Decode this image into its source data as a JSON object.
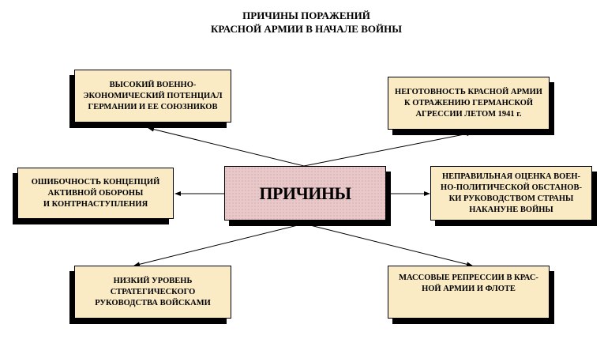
{
  "title": {
    "line1": "ПРИЧИНЫ ПОРАЖЕНИЙ",
    "line2": "КРАСНОЙ АРМИИ В НАЧАЛЕ ВОЙНЫ"
  },
  "center": "ПРИЧИНЫ",
  "causes": [
    "ВЫСОКИЙ ВОЕННО-\nЭКОНОМИЧЕСКИЙ ПОТЕНЦИАЛ\nГЕРМАНИИ И ЕЕ СОЮЗНИКОВ",
    "НЕГОТОВНОСТЬ КРАСНОЙ АРМИИ\nК ОТРАЖЕНИЮ ГЕРМАНСКОЙ\nАГРЕССИИ ЛЕТОМ 1941 г.",
    "ОШИБОЧНОСТЬ КОНЦЕПЦИЙ\nАКТИВНОЙ ОБОРОНЫ\nИ КОНТРНАСТУПЛЕНИЯ",
    "НЕПРАВИЛЬНАЯ ОЦЕНКА ВОЕН-\nНО-ПОЛИТИЧЕСКОЙ ОБСТАНОВ-\nКИ РУКОВОДСТВОМ СТРАНЫ\nНАКАНУНЕ ВОЙНЫ",
    "НИЗКИЙ УРОВЕНЬ\nСТРАТЕГИЧЕСКОГО\nРУКОВОДСТВА ВОЙСКАМИ",
    "МАССОВЫЕ РЕПРЕССИИ В КРАС-\nНОЙ АРМИИ И ФЛОТЕ"
  ],
  "colors": {
    "box": "#faebc4",
    "center": "#e8c8c8"
  }
}
